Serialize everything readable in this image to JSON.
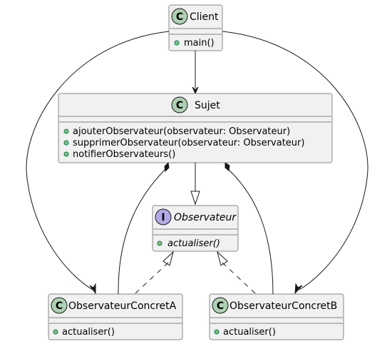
{
  "colors": {
    "box_fill": "#F1F1F1",
    "border": "#181818",
    "class_badge": "#ADD1B2",
    "interface_badge": "#B4A7E5",
    "visibility_dot": "#84BE84"
  },
  "classes": {
    "client": {
      "badge": "C",
      "badge_icon": "class-badge-icon",
      "name": "Client",
      "methods": [
        "main()"
      ]
    },
    "sujet": {
      "badge": "C",
      "badge_icon": "class-badge-icon",
      "name": "Sujet",
      "methods": [
        "ajouterObservateur(observateur: Observateur)",
        "supprimerObservateur(observateur: Observateur)",
        "notifierObservateurs()"
      ]
    },
    "observateur": {
      "badge": "I",
      "badge_icon": "interface-badge-icon",
      "name": "Observateur",
      "methods": [
        "actualiser()"
      ]
    },
    "concret_a": {
      "badge": "C",
      "badge_icon": "class-badge-icon",
      "name": "ObservateurConcretA",
      "methods": [
        "actualiser()"
      ]
    },
    "concret_b": {
      "badge": "C",
      "badge_icon": "class-badge-icon",
      "name": "ObservateurConcretB",
      "methods": [
        "actualiser()"
      ]
    }
  }
}
